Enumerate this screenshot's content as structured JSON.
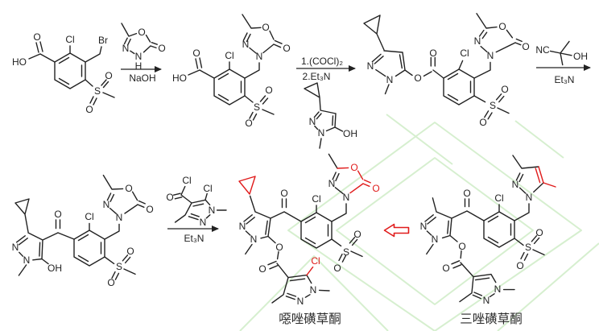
{
  "colors": {
    "bond": "#222222",
    "highlight_red": "#e01b1b",
    "watermark_green": "#d6efcf",
    "background": "#ffffff"
  },
  "atoms": {
    "O": "O",
    "N": "N",
    "S": "S",
    "H": "H",
    "Cl": "Cl",
    "Br": "Br",
    "HO": "HO",
    "OH": "OH",
    "NC": "NC"
  },
  "conditions": {
    "step1": {
      "below": "NaOH"
    },
    "step2": {
      "above": "1.(COCl)₂",
      "below": "2.Et₃N"
    },
    "step3": {
      "below": "Et₃N"
    },
    "step4": {
      "below": "Et₃N"
    }
  },
  "products": {
    "oxadiazolone_product": {
      "name": "噁唑磺草酮"
    },
    "triazole_product": {
      "name": "三唑磺草酮"
    }
  }
}
